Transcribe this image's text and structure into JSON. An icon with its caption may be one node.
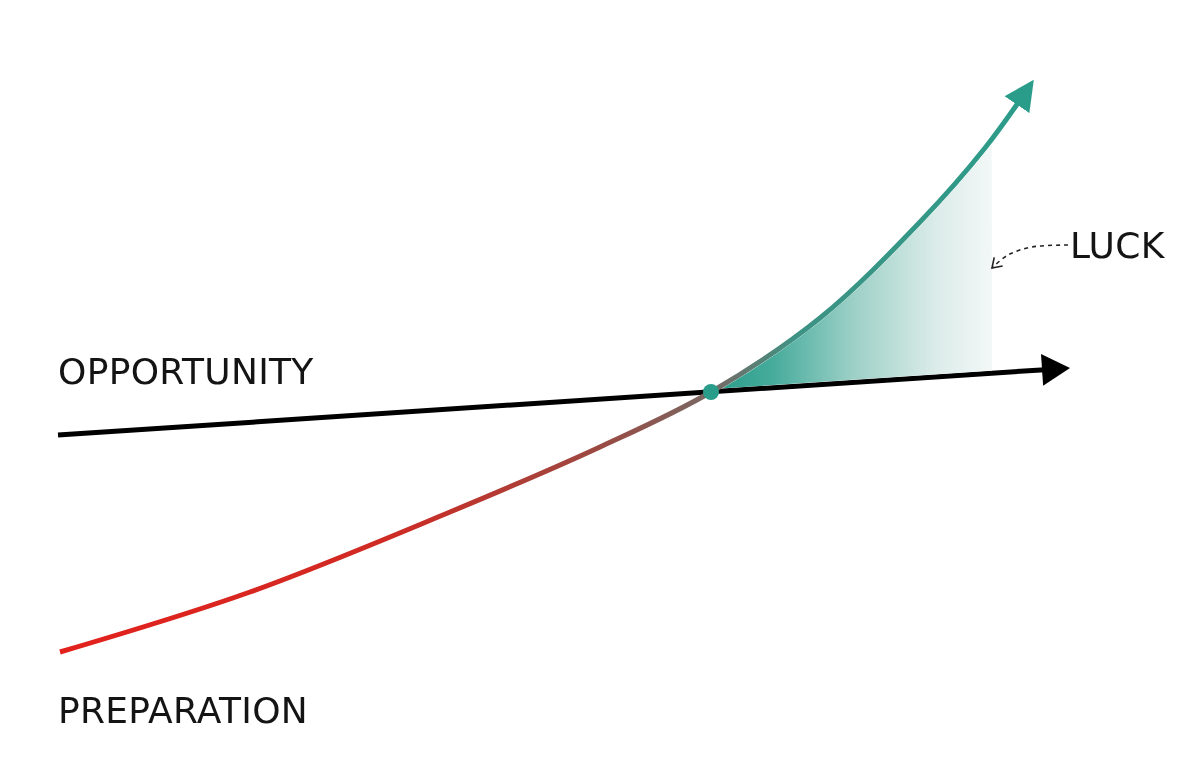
{
  "diagram": {
    "nodes": [
      {
        "text": [
          "LUCK"
        ]
      },
      {
        "text": [],
        "shape": "area"
      }
    ],
    "edges": [
      {
        "from": 0,
        "to": 1,
        "arrow": "to",
        "style": "dashed"
      }
    ],
    "labels": [
      "OPPORTUNITY",
      "PREPARATION"
    ]
  }
}
